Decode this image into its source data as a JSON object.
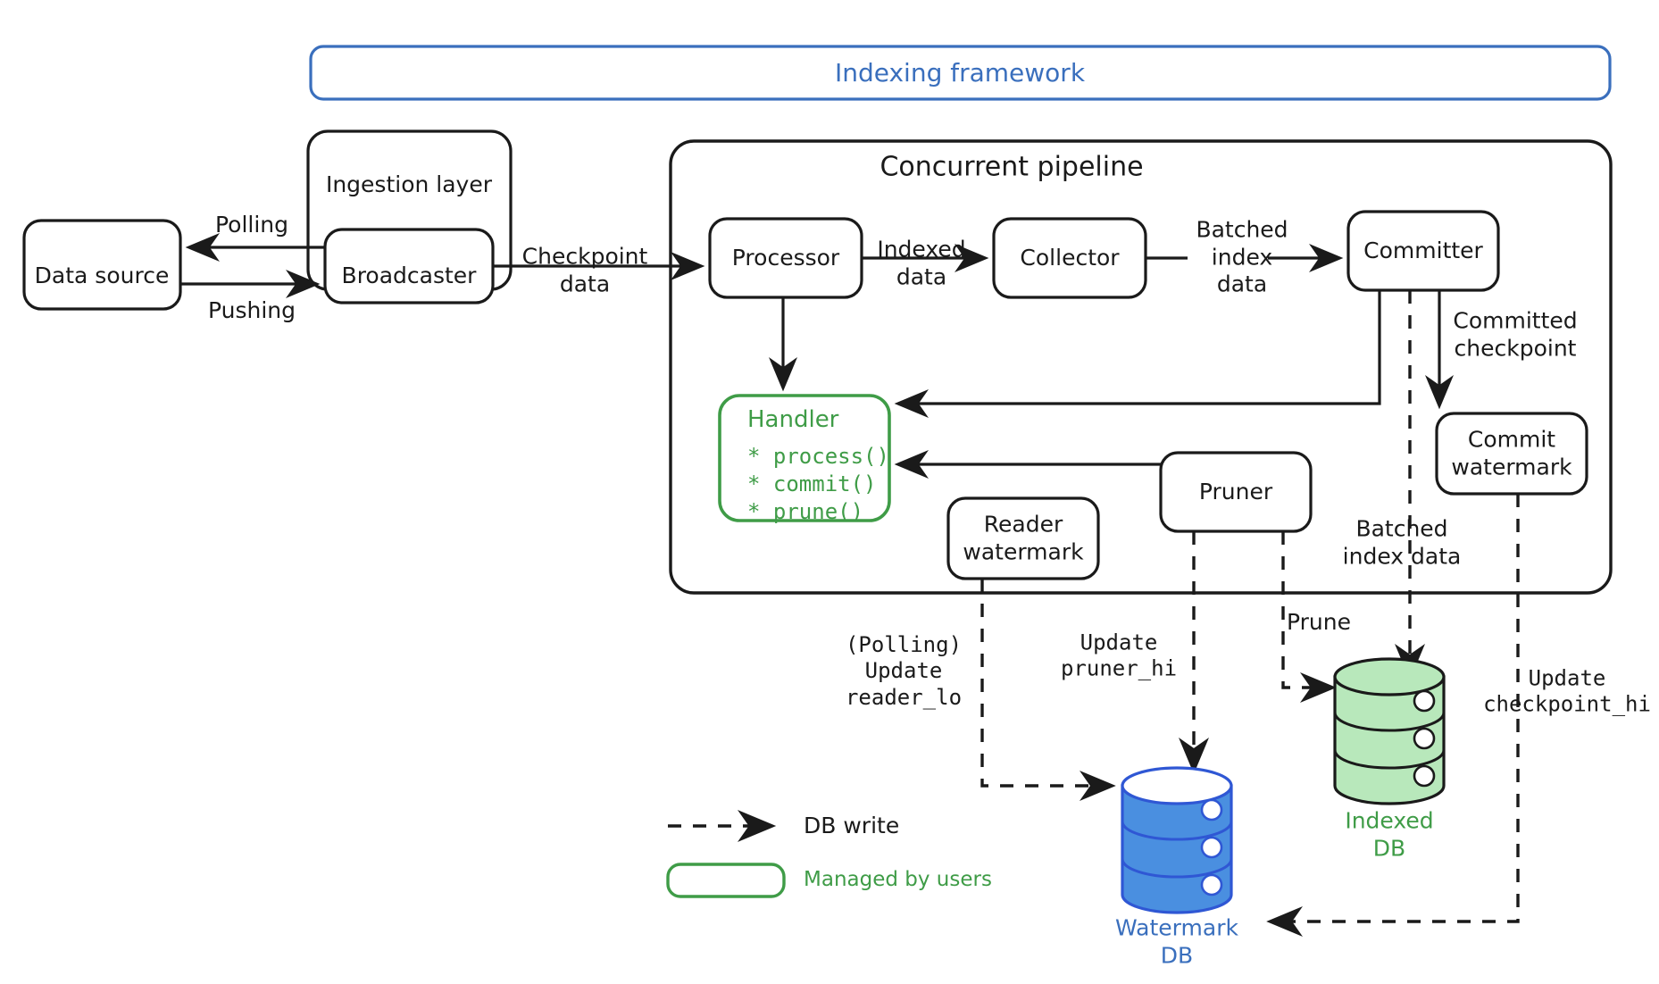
{
  "diagram": {
    "title": "Indexing framework",
    "containers": [
      {
        "id": "indexing-framework",
        "label": "Indexing framework",
        "color": "#3a6fbd"
      },
      {
        "id": "ingestion-layer",
        "label": "Ingestion layer",
        "color": "#1a1a1a"
      },
      {
        "id": "concurrent-pipeline",
        "label": "Concurrent pipeline",
        "color": "#1a1a1a"
      }
    ],
    "nodes": [
      {
        "id": "data-source",
        "label": "Data source"
      },
      {
        "id": "broadcaster",
        "label": "Broadcaster"
      },
      {
        "id": "processor",
        "label": "Processor"
      },
      {
        "id": "collector",
        "label": "Collector"
      },
      {
        "id": "committer",
        "label": "Committer"
      },
      {
        "id": "commit-watermark",
        "label": "Commit\nwatermark"
      },
      {
        "id": "reader-watermark",
        "label": "Reader\nwatermark"
      },
      {
        "id": "pruner",
        "label": "Pruner"
      }
    ],
    "handler": {
      "title": "Handler",
      "methods": [
        "* process()",
        "* commit()",
        "* prune()"
      ],
      "color": "#3f9c47"
    },
    "databases": [
      {
        "id": "watermark-db",
        "label": "Watermark\nDB",
        "color": "#2f57d4",
        "fill": "#4a8fe0"
      },
      {
        "id": "indexed-db",
        "label": "Indexed\nDB",
        "color": "#3f9c47",
        "fill": "#b8e8bb"
      }
    ],
    "edge_labels": [
      {
        "id": "polling",
        "text": "Polling"
      },
      {
        "id": "pushing",
        "text": "Pushing"
      },
      {
        "id": "checkpoint-data",
        "text": "Checkpoint\ndata"
      },
      {
        "id": "indexed-data",
        "text": "Indexed\ndata"
      },
      {
        "id": "batched-index-data-top",
        "text": "Batched\nindex\ndata"
      },
      {
        "id": "committed-checkpoint",
        "text": "Committed\ncheckpoint"
      },
      {
        "id": "batched-index-data-bottom",
        "text": "Batched\nindex data"
      },
      {
        "id": "prune",
        "text": "Prune"
      },
      {
        "id": "polling-update-reader-lo",
        "text": "(Polling)\nUpdate\nreader_lo"
      },
      {
        "id": "update-pruner-hi",
        "text": "Update\npruner_hi"
      },
      {
        "id": "update-checkpoint-hi",
        "text": "Update\ncheckpoint_hi"
      }
    ],
    "legend": [
      {
        "id": "db-write",
        "label": "DB write",
        "style": "dashed-arrow",
        "color": "#1a1a1a"
      },
      {
        "id": "managed-by-users",
        "label": "Managed by users",
        "style": "green-rounded-box",
        "color": "#3f9c47"
      }
    ]
  }
}
